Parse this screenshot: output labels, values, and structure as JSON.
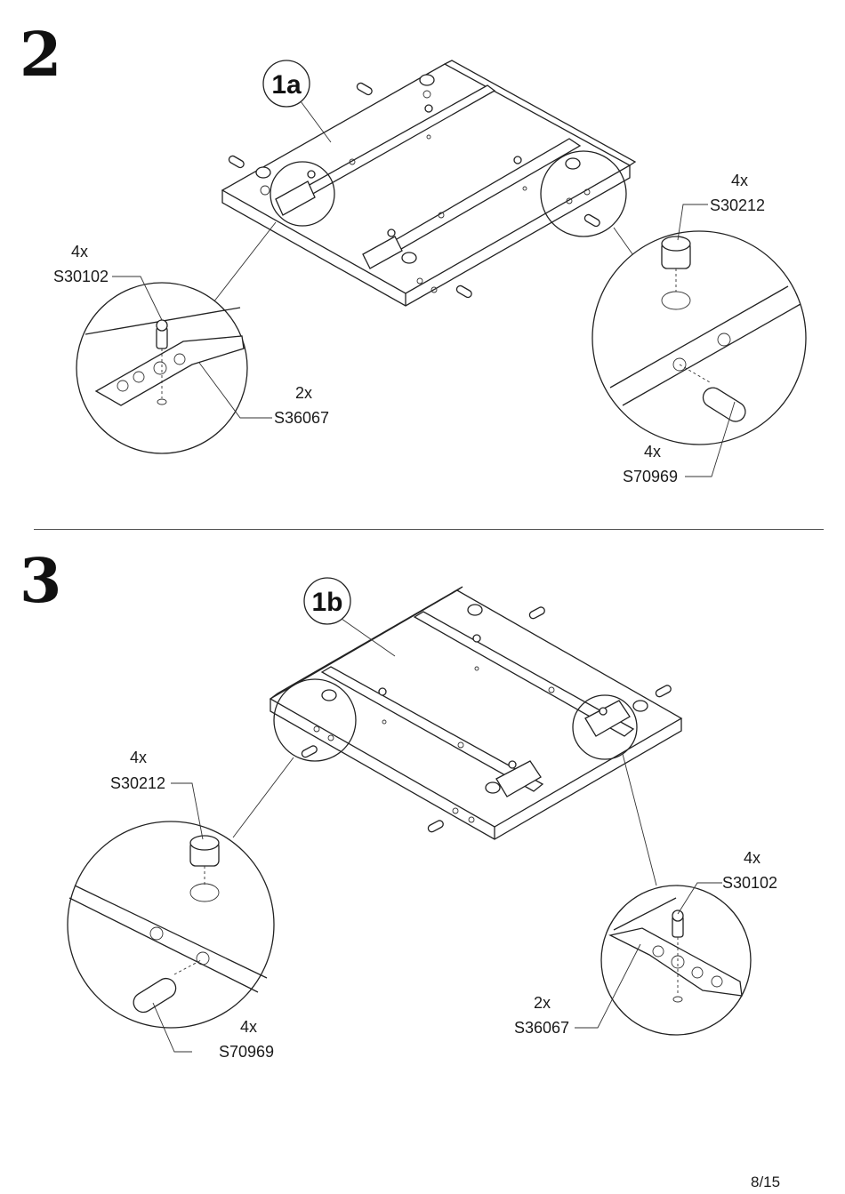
{
  "steps": [
    {
      "number": "2",
      "sub_step": "1a",
      "parts": [
        {
          "qty": "4x",
          "code": "S30102"
        },
        {
          "qty": "2x",
          "code": "S36067"
        },
        {
          "qty": "4x",
          "code": "S30212"
        },
        {
          "qty": "4x",
          "code": "S70969"
        }
      ]
    },
    {
      "number": "3",
      "sub_step": "1b",
      "parts": [
        {
          "qty": "4x",
          "code": "S30212"
        },
        {
          "qty": "4x",
          "code": "S70969"
        },
        {
          "qty": "4x",
          "code": "S30102"
        },
        {
          "qty": "2x",
          "code": "S36067"
        }
      ]
    }
  ],
  "page_number": "8/15"
}
